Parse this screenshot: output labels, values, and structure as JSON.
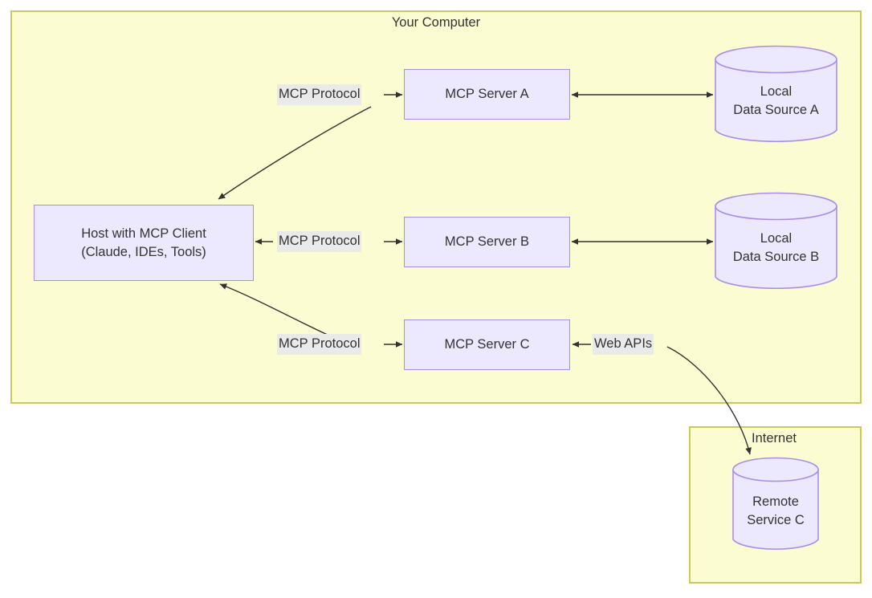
{
  "diagram": {
    "title_visible": false,
    "groups": [
      {
        "id": "your-computer",
        "label": "Your Computer"
      },
      {
        "id": "internet",
        "label": "Internet"
      }
    ],
    "nodes": [
      {
        "id": "host",
        "label_line1": "Host with MCP Client",
        "label_line2": "(Claude, IDEs, Tools)",
        "shape": "rect"
      },
      {
        "id": "server-a",
        "label_line1": "MCP Server A",
        "label_line2": "",
        "shape": "rect"
      },
      {
        "id": "server-b",
        "label_line1": "MCP Server B",
        "label_line2": "",
        "shape": "rect"
      },
      {
        "id": "server-c",
        "label_line1": "MCP Server C",
        "label_line2": "",
        "shape": "rect"
      },
      {
        "id": "data-source-a",
        "label_line1": "Local",
        "label_line2": "Data Source A",
        "shape": "cylinder"
      },
      {
        "id": "data-source-b",
        "label_line1": "Local",
        "label_line2": "Data Source B",
        "shape": "cylinder"
      },
      {
        "id": "remote-service-c",
        "label_line1": "Remote",
        "label_line2": "Service C",
        "shape": "cylinder"
      }
    ],
    "edge_labels": [
      {
        "id": "mcp-protocol-a",
        "text": "MCP Protocol"
      },
      {
        "id": "mcp-protocol-b",
        "text": "MCP Protocol"
      },
      {
        "id": "mcp-protocol-c",
        "text": "MCP Protocol"
      },
      {
        "id": "web-apis",
        "text": "Web APIs"
      }
    ],
    "colors": {
      "group_fill": "#FCFCD2",
      "group_stroke": "#CACA57",
      "node_fill": "#ECE8FD",
      "node_stroke": "#A98DEA",
      "edge_label_fill": "#EAEAEA",
      "text": "#333333",
      "edge_stroke": "#333333"
    }
  }
}
